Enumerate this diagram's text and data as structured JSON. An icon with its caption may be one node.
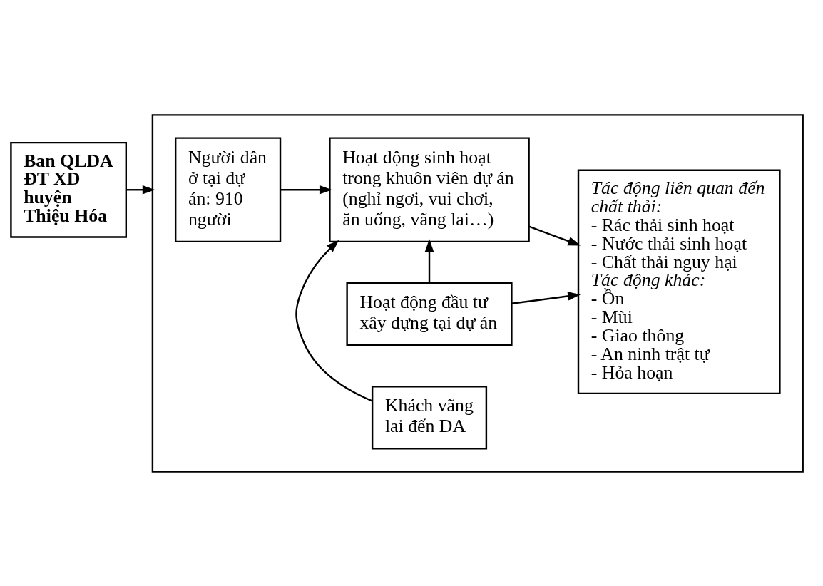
{
  "diagram": {
    "nodes": [
      {
        "text": [
          "Ban QLDA ĐT XD huyện Thiệu Hóa"
        ]
      },
      {
        "text": [],
        "shape": "box"
      },
      {
        "text": [
          "Hoạt động đầu tư xây dựng tại dự án"
        ],
        "in": 1
      },
      {
        "text": [
          "Người dân ở tại dự án: 910 người"
        ],
        "in": 1
      },
      {
        "text": [
          "Hoạt động sinh hoạt trong khuôn viên dự án (nghỉ ngơi, vui chơi, ăn uống, vãng lai…)"
        ],
        "in": 1
      },
      {
        "text": [
          "Khách vãng lai đến DA"
        ],
        "in": 1
      },
      {
        "text": [
          "Tác động liên quan đến chất thải:",
          "- Rác thải sinh hoạt",
          "- Nước thải sinh hoạt",
          "- Chất thải nguy hại",
          "Tác động khác:",
          "- Ồn",
          "- Mùi",
          "- Giao thông",
          "- An ninh trật tự",
          "- Hỏa hoạn"
        ],
        "in": 1
      }
    ],
    "edges": [
      {
        "from": 0,
        "to": 1,
        "arrow": "to"
      },
      {
        "from": 2,
        "to": 6,
        "arrow": "to"
      },
      {
        "from": 2,
        "to": 4,
        "arrow": "to"
      },
      {
        "from": 3,
        "to": 4,
        "arrow": "to"
      },
      {
        "from": 4,
        "to": 6,
        "arrow": "to"
      },
      {
        "from": 5,
        "to": 4,
        "arrow": "to"
      }
    ]
  }
}
